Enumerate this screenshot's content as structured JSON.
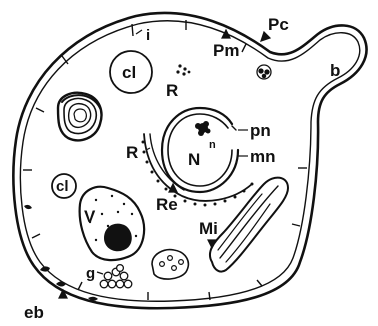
{
  "diagram": {
    "labels": {
      "i": "i",
      "pm": "Pm",
      "pc": "Pc",
      "b": "b",
      "cl_top": "cl",
      "r_top": "R",
      "pn": "pn",
      "n_small": "n",
      "n_big": "N",
      "mn": "mn",
      "r_mid": "R",
      "re": "Re",
      "cl_left": "cl",
      "v": "V",
      "mi": "Mi",
      "g": "g",
      "eb": "eb"
    },
    "colors": {
      "ink": "#111111",
      "background": "#ffffff"
    }
  }
}
